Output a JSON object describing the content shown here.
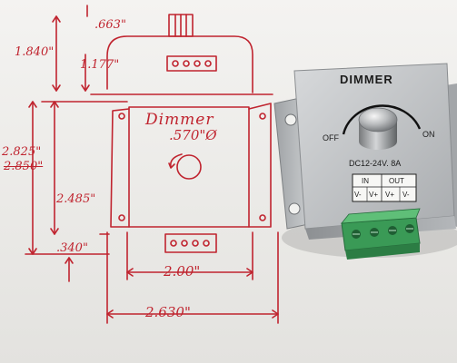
{
  "sketch": {
    "heading": "Dimmer",
    "knob_diameter": ".570\"Ø",
    "dimensions": {
      "overall_height": "1.840\"",
      "knob_height": "1.177\"",
      "tab_offset": ".663\"",
      "body_height": "2.825\"",
      "body_height_crossed": "2.850\"",
      "mount_hole_span": "2.485\"",
      "hole_offset": ".340\"",
      "terminal_width": "2.00\"",
      "overall_width": "2.630\""
    }
  },
  "device": {
    "title": "DIMMER",
    "off_label": "OFF",
    "on_label": "ON",
    "rating": "DC12-24V. 8A",
    "terminal_groups": [
      {
        "label": "IN",
        "pins": [
          "V-",
          "V+"
        ]
      },
      {
        "label": "OUT",
        "pins": [
          "V+",
          "V-"
        ]
      }
    ]
  },
  "colors": {
    "ink": "#c0242f",
    "paper": "#f4f3f1",
    "terminal": "#3a9a56",
    "housing": "#b9bcbf"
  }
}
